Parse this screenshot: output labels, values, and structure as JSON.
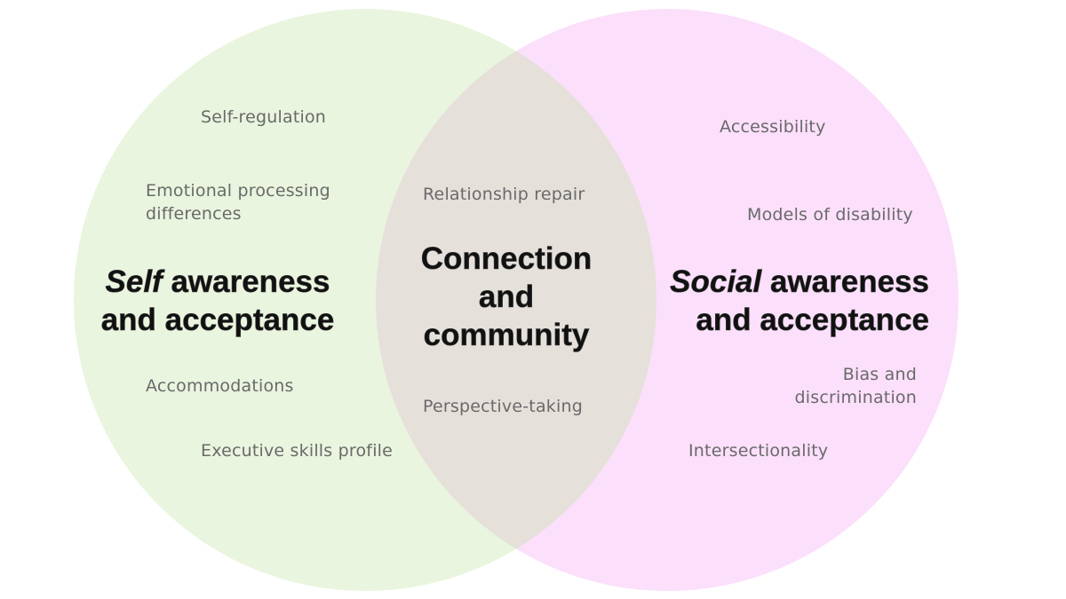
{
  "colors": {
    "self_circle": "#E9F5DE",
    "social_circle": "#FBDFFB",
    "overlap": "#E5E0DA",
    "label_text": "#6a6a6a",
    "title_text": "#111111"
  },
  "left": {
    "title_emphasis": "Self",
    "title_rest": " awareness",
    "title_line2": "and acceptance",
    "items": [
      "Self-regulation",
      "Emotional processing",
      "differences",
      "Accommodations",
      "Executive skills profile"
    ]
  },
  "center": {
    "title_line1": "Connection",
    "title_line2": "and",
    "title_line3": "community",
    "items": [
      "Relationship repair",
      "Perspective-taking"
    ]
  },
  "right": {
    "title_emphasis": "Social",
    "title_rest": " awareness",
    "title_line2": "and acceptance",
    "items": [
      "Accessibility",
      "Models of disability",
      "Bias and",
      "discrimination",
      "Intersectionality"
    ]
  }
}
